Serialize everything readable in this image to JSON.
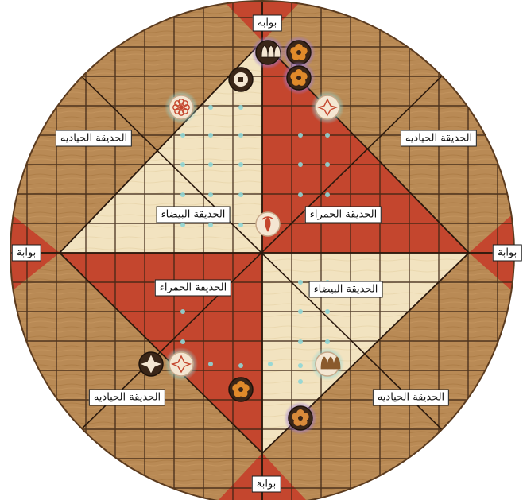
{
  "board": {
    "colors": {
      "wood": "#b98a55",
      "wood_dark": "#8a5a2c",
      "grid_line": "#3a2414",
      "red_garden": "#c4462e",
      "white_garden": "#f2e3c0",
      "node_glow": "#8fd6d6",
      "accent_purple": "#9b7bd9",
      "rim": "#5a3a1e"
    }
  },
  "gates": {
    "top": "بوابة",
    "bottom": "بوابة",
    "left": "بوابة",
    "right": "بوابة"
  },
  "gardens": {
    "neutral_top_left": "الحديقة الحياديه",
    "neutral_top_right": "الحديقة الحياديه",
    "neutral_bottom_left": "الحديقة الحياديه",
    "neutral_bottom_right": "الحديقة الحياديه",
    "white_upper": "الحديقة البيضاء",
    "red_upper": "الحديقة الحمراء",
    "red_lower": "الحديقة الحمراء",
    "white_lower": "الحديقة البيضاء"
  },
  "tiles": [
    {
      "name": "white-lotus-tile",
      "style": "dark",
      "glow": "purple",
      "icon": "lotus-icon"
    },
    {
      "name": "rose-tile",
      "style": "dark",
      "glow": "purple",
      "icon": "rose-icon"
    },
    {
      "name": "rose-tile",
      "style": "dark",
      "glow": "purple",
      "icon": "rose-icon"
    },
    {
      "name": "knotweed-tile",
      "style": "dark-light",
      "glow": "none",
      "icon": "knotweed-icon"
    },
    {
      "name": "chrysanthemum-tile",
      "style": "light",
      "glow": "teal",
      "icon": "chrysanthemum-icon"
    },
    {
      "name": "lily-tile",
      "style": "light",
      "glow": "teal",
      "icon": "lily-icon"
    },
    {
      "name": "jasmine-tile",
      "style": "light",
      "glow": "none",
      "icon": "jasmine-icon"
    },
    {
      "name": "lily-tile",
      "style": "dark",
      "glow": "none",
      "icon": "lily-icon"
    },
    {
      "name": "white-jade-tile",
      "style": "light",
      "glow": "teal",
      "icon": "white-jade-icon"
    },
    {
      "name": "rose-tile",
      "style": "dark",
      "glow": "none",
      "icon": "rose-icon"
    },
    {
      "name": "white-lotus-tile",
      "style": "light",
      "glow": "teal",
      "icon": "lotus-icon"
    },
    {
      "name": "orchid-tile",
      "style": "dark",
      "glow": "purple",
      "icon": "orchid-icon"
    }
  ]
}
